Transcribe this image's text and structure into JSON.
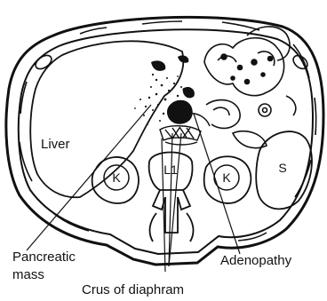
{
  "labels": {
    "liver": "Liver",
    "kidney_left": "K",
    "vertebra": "L1",
    "kidney_right": "K",
    "spleen": "S",
    "pancreatic_mass_line1": "Pancreatic",
    "pancreatic_mass_line2": "mass",
    "adenopathy": "Adenopathy",
    "crus": "Crus of diaphram"
  }
}
